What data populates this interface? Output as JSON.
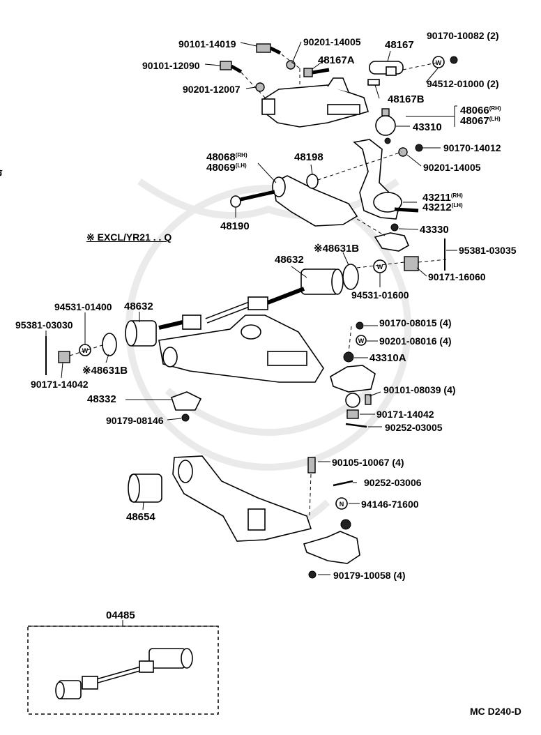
{
  "diagram_code": "MC D240-D",
  "note": "※ EXCL/YR21 . . Q",
  "edge_mark": "ร",
  "parts": {
    "p90101_14019": "90101-14019",
    "p90201_14005a": "90201-14005",
    "p48167": "48167",
    "p90170_10082": "90170-10082",
    "p90170_10082_qty": "(2)",
    "p90101_12090": "90101-12090",
    "p48167A": "48167A",
    "p94512_01000": "94512-01000",
    "p94512_01000_qty": "(2)",
    "p90201_12007": "90201-12007",
    "p48167B": "48167B",
    "p48066": "48066",
    "p48066_side": "(RH)",
    "p48067": "48067",
    "p48067_side": "(LH)",
    "p43310": "43310",
    "p48068": "48068",
    "p48068_side": "(RH)",
    "p48069": "48069",
    "p48069_side": "(LH)",
    "p48198": "48198",
    "p90170_14012": "90170-14012",
    "p90201_14005b": "90201-14005",
    "p43211": "43211",
    "p43211_side": "(RH)",
    "p43212": "43212",
    "p43212_side": "(LH)",
    "p48190": "48190",
    "p43330": "43330",
    "p48631B_top": "※48631B",
    "p95381_03035": "95381-03035",
    "p48632_top": "48632",
    "p90171_16060": "90171-16060",
    "p94531_01600": "94531-01600",
    "p94531_01400": "94531-01400",
    "p48632_left": "48632",
    "p95381_03030": "95381-03030",
    "p90170_08015": "90170-08015",
    "p90170_08015_qty": "(4)",
    "p90201_08016": "90201-08016",
    "p90201_08016_qty": "(4)",
    "p43310A": "43310A",
    "p48631B_left": "※48631B",
    "p90171_14042a": "90171-14042",
    "p90101_08039": "90101-08039",
    "p90101_08039_qty": "(4)",
    "p48332": "48332",
    "p90171_14042b": "90171-14042",
    "p90179_08146": "90179-08146",
    "p90252_03005": "90252-03005",
    "p90105_10067": "90105-10067",
    "p90105_10067_qty": "(4)",
    "p90252_03006": "90252-03006",
    "p94146_71600": "94146-71600",
    "p48654": "48654",
    "p90179_10058": "90179-10058",
    "p90179_10058_qty": "(4)",
    "p04485": "04485"
  },
  "washer_marks": {
    "w": "W",
    "n": "N"
  }
}
